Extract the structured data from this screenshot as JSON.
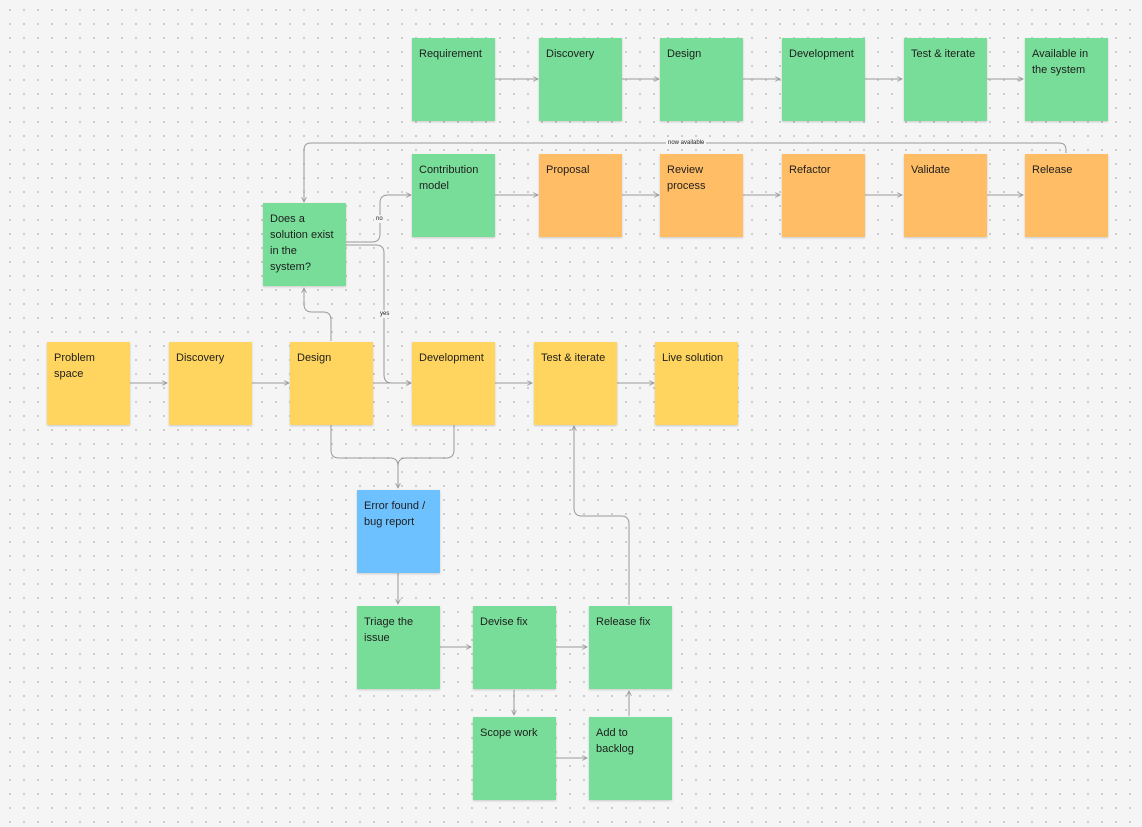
{
  "colors": {
    "green": "#77dd98",
    "orange": "#ffbd65",
    "yellow": "#ffd55f",
    "blue": "#6ec1ff",
    "connector": "#9a9a9a",
    "canvas": "#f5f5f5"
  },
  "top_row": {
    "requirement": "Requirement",
    "discovery": "Discovery",
    "design": "Design",
    "development": "Development",
    "test_iterate": "Test & iterate",
    "available": "Available in the system"
  },
  "contribution_row": {
    "contribution_model": "Contribution model",
    "proposal": "Proposal",
    "review_process": "Review process",
    "refactor": "Refactor",
    "validate": "Validate",
    "release": "Release"
  },
  "decision": {
    "question": "Does a solution exist in the system?",
    "no_label": "no",
    "yes_label": "yes",
    "now_available_label": "now available"
  },
  "main_row": {
    "problem_space": "Problem space",
    "discovery": "Discovery",
    "design": "Design",
    "development": "Development",
    "test_iterate": "Test & iterate",
    "live_solution": "Live solution"
  },
  "bug_flow": {
    "error_found": "Error found / bug report",
    "triage": "Triage the issue",
    "devise_fix": "Devise fix",
    "release_fix": "Release fix",
    "scope_work": "Scope work",
    "add_to_backlog": "Add to backlog"
  }
}
